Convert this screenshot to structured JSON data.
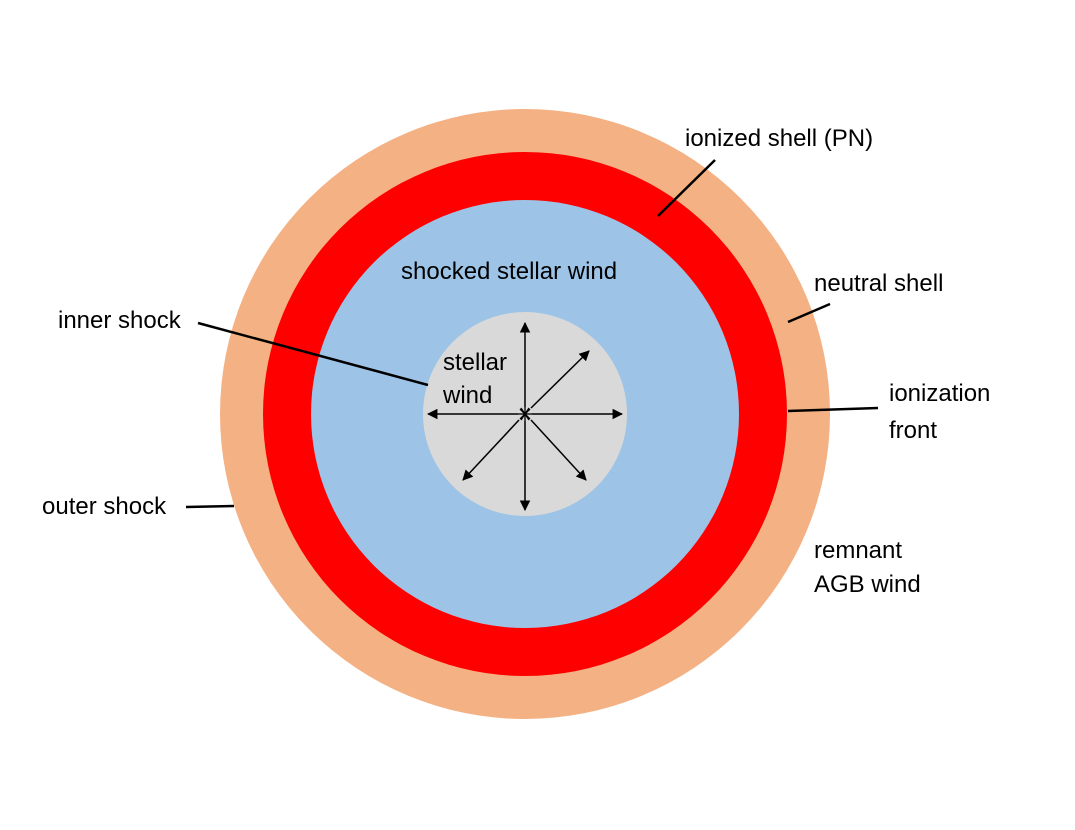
{
  "colors": {
    "neutral_shell": "#F4B183",
    "ionized_shell": "#FF0000",
    "shocked_wind": "#9DC3E6",
    "stellar_wind": "#D9D9D9",
    "line": "#000000",
    "background": "#FFFFFF"
  },
  "labels": {
    "ionized_shell": "ionized shell (PN)",
    "shocked_stellar_wind": "shocked stellar wind",
    "neutral_shell": "neutral shell",
    "inner_shock": "inner shock",
    "stellar_wind_line1": "stellar",
    "stellar_wind_line2": "wind",
    "ionization_front_line1": "ionization",
    "ionization_front_line2": "front",
    "outer_shock": "outer shock",
    "remnant_line1": "remnant",
    "remnant_line2": "AGB wind"
  },
  "icons": {
    "central_star": "star-burst-icon",
    "wind_arrows": "arrow-icon"
  }
}
